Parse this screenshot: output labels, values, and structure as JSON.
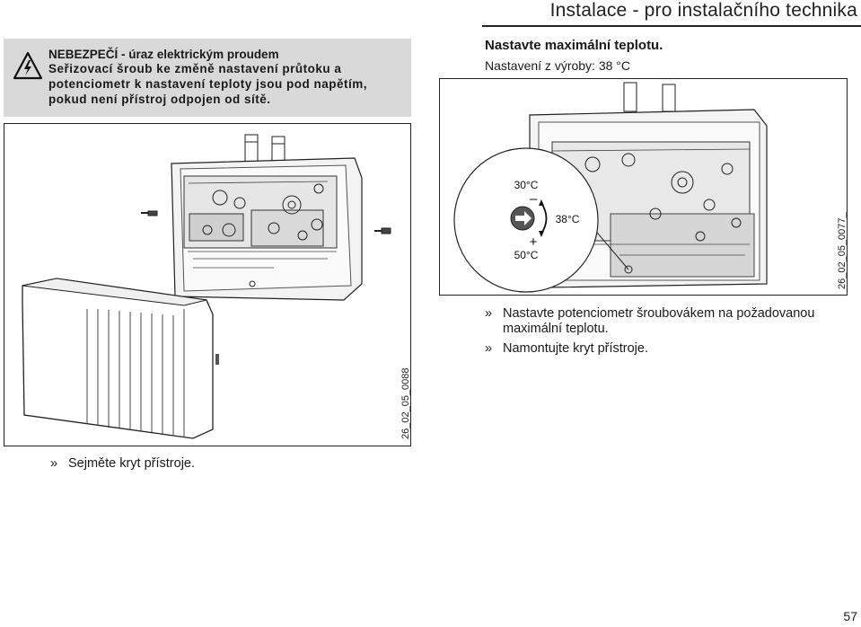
{
  "header": {
    "title": "Instalace - pro instalačního technika"
  },
  "warning": {
    "icon": "high-voltage-warning-icon",
    "title": "NEBEZPEČÍ - úraz elektrickým proudem",
    "lines": [
      "Seřizovací šroub ke změně nastavení průtoku a",
      "potenciometr k nastavení teploty jsou pod napětím,",
      "pokud není přístroj odpojen od sítě."
    ]
  },
  "left_figure": {
    "code": "26_02_05_0088"
  },
  "left_step": {
    "marker": "»",
    "text": "Sejměte kryt přístroje."
  },
  "right_section": {
    "heading": "Nastavte maximální teplotu.",
    "factory": "Nastavení z výroby: 38 °C"
  },
  "right_figure": {
    "code": "26_02_05_0077_",
    "dial": {
      "top_label": "30°C",
      "minus": "–",
      "value_label": "38°C",
      "plus": "+",
      "bottom_label": "50°C"
    }
  },
  "right_steps": [
    {
      "marker": "»",
      "line1": "Nastavte potenciometr šroubovákem na požadovanou",
      "line2": "maximální teplotu."
    },
    {
      "marker": "»",
      "line1": "Namontujte kryt přístroje."
    }
  ],
  "page_number": "57"
}
